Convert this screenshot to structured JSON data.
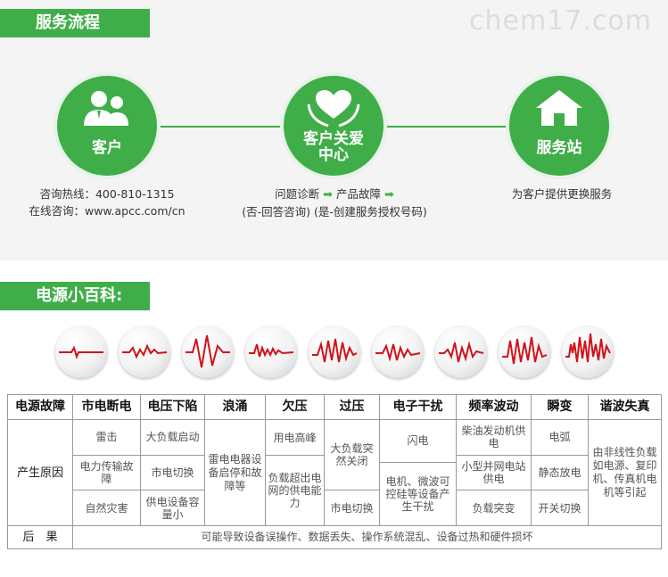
{
  "watermark": "chem17.com",
  "sections": {
    "process_title": "服务流程",
    "encyclopedia_title": "电源小百科:"
  },
  "process": {
    "steps": [
      {
        "label": "客户",
        "icon": "users-icon"
      },
      {
        "label_line1": "客户关爱",
        "label_line2": "中心",
        "icon": "heart-hands-icon"
      },
      {
        "label": "服务站",
        "icon": "house-icon"
      }
    ],
    "customer_info": {
      "hotline": "咨询热线：400-810-1315",
      "online": "在线咨询：www.apcc.com/cn"
    },
    "care_info": {
      "step_a": "问题诊断",
      "step_b": "产品故障",
      "note": "(否-回答咨询) (是-创建服务授权号码)"
    },
    "station_info": "为客户提供更换服务"
  },
  "colors": {
    "accent": "#3fae49",
    "wave": "#d0121b"
  },
  "table": {
    "headers": [
      "电源故障",
      "市电断电",
      "电压下陷",
      "浪涌",
      "欠压",
      "过压",
      "电子干扰",
      "频率波动",
      "瞬变",
      "谐波失真"
    ],
    "cause_label": "产生原因",
    "result_label": "后　果",
    "result_text": "可能导致设备误操作、数据丢失、操作系统混乱、设备过热和硬件损坏",
    "col_outage": [
      "雷击",
      "电力传输故障",
      "自然灾害"
    ],
    "col_sag": [
      "大负载启动",
      "市电切换",
      "供电设备容量小"
    ],
    "col_surge": "雷电电器设备启停和故障等",
    "col_undervolt": [
      "用电高峰",
      "负载超出电网的供电能力"
    ],
    "col_overvolt": [
      "大负载突然关闭",
      "市电切换"
    ],
    "col_noise": [
      "闪电",
      "电机、微波可控硅等设备产生干扰"
    ],
    "col_freq": [
      "柴油发动机供电",
      "小型并网电站供电",
      "负载突变"
    ],
    "col_transient": [
      "电弧",
      "静态放电",
      "开关切换"
    ],
    "col_harmonic": "由非线性负载如电源、复印机、传真机电机等引起"
  }
}
